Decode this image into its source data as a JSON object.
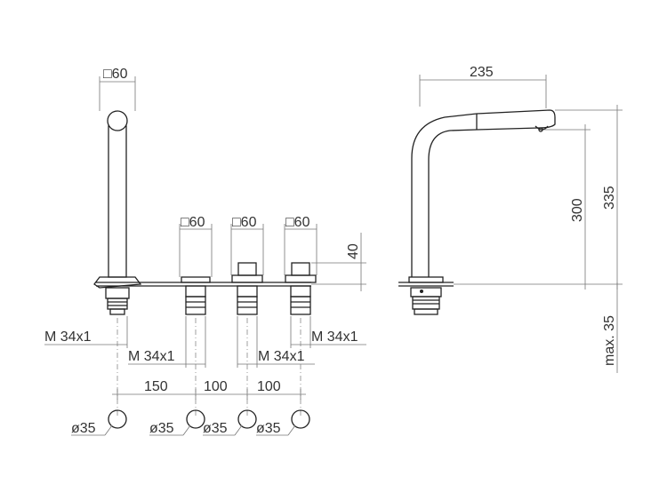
{
  "front_view": {
    "spout_square": "□60",
    "handle_square_1": "□60",
    "handle_square_2": "□60",
    "handle_square_3": "□60",
    "dim_handle_height": "40",
    "thread_spout": "M 34x1",
    "thread_handle_1": "M 34x1",
    "thread_handle_2": "M 34x1",
    "thread_handle_3": "M 34x1",
    "spacing_1": "150",
    "spacing_2": "100",
    "spacing_3": "100",
    "hole_1": "ø35",
    "hole_2": "ø35",
    "hole_3": "ø35",
    "hole_4": "ø35"
  },
  "side_view": {
    "dim_reach": "235",
    "dim_total_height": "335",
    "dim_outlet_height": "300",
    "dim_max_deck": "max. 35"
  },
  "colors": {
    "line": "#222222",
    "dimension": "#777777",
    "text": "#333333"
  }
}
